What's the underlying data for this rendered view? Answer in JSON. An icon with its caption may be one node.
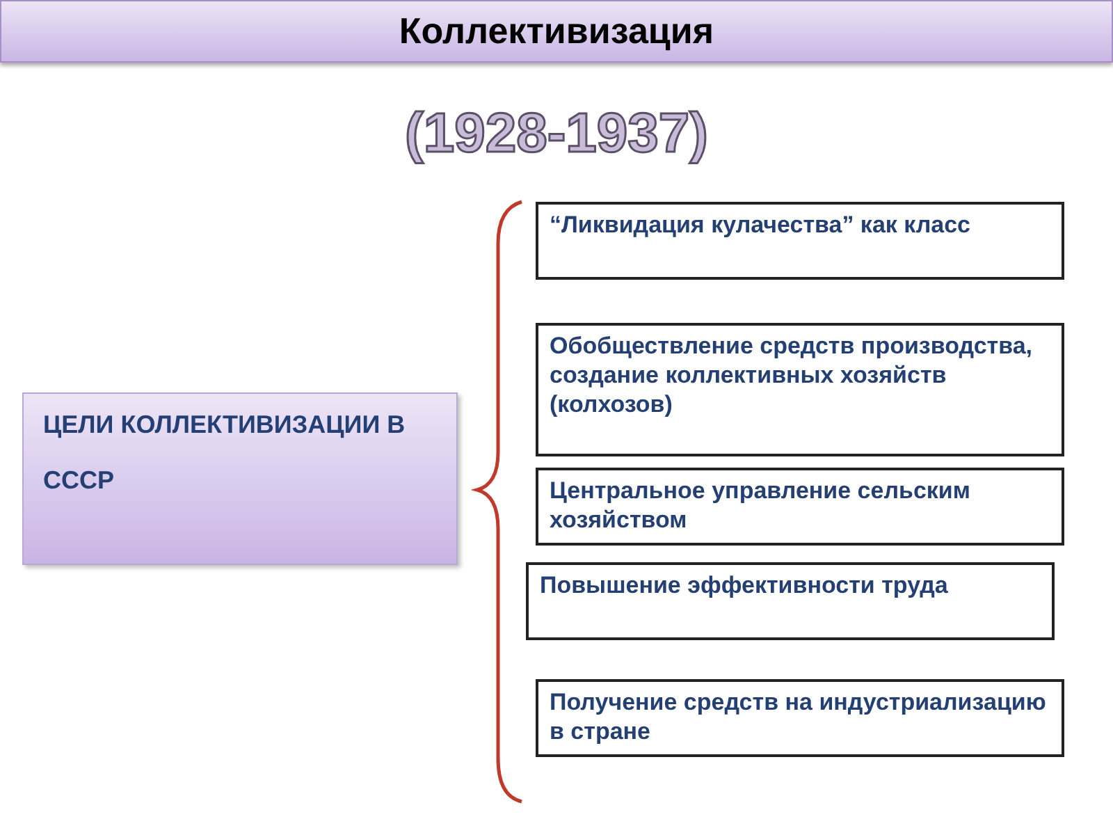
{
  "diagram": {
    "title": "Коллективизация",
    "nodes": [
      {
        "text": [
          "ЦЕЛИ КОЛЛЕКТИВИЗАЦИИ В СССР"
        ]
      },
      {
        "text": [
          "“Ликвидация кулачества” как класс"
        ]
      },
      {
        "text": [
          "Обобществление средств производства, создание коллективных  хозяйств (колхозов)"
        ]
      },
      {
        "text": [
          "Центральное управление сельским хозяйством"
        ]
      },
      {
        "text": [
          "Повышение эффективности труда"
        ]
      },
      {
        "text": [
          "Получение средств на индустриализацию в стране"
        ]
      }
    ],
    "labels": [
      "(1928-1937)"
    ]
  }
}
